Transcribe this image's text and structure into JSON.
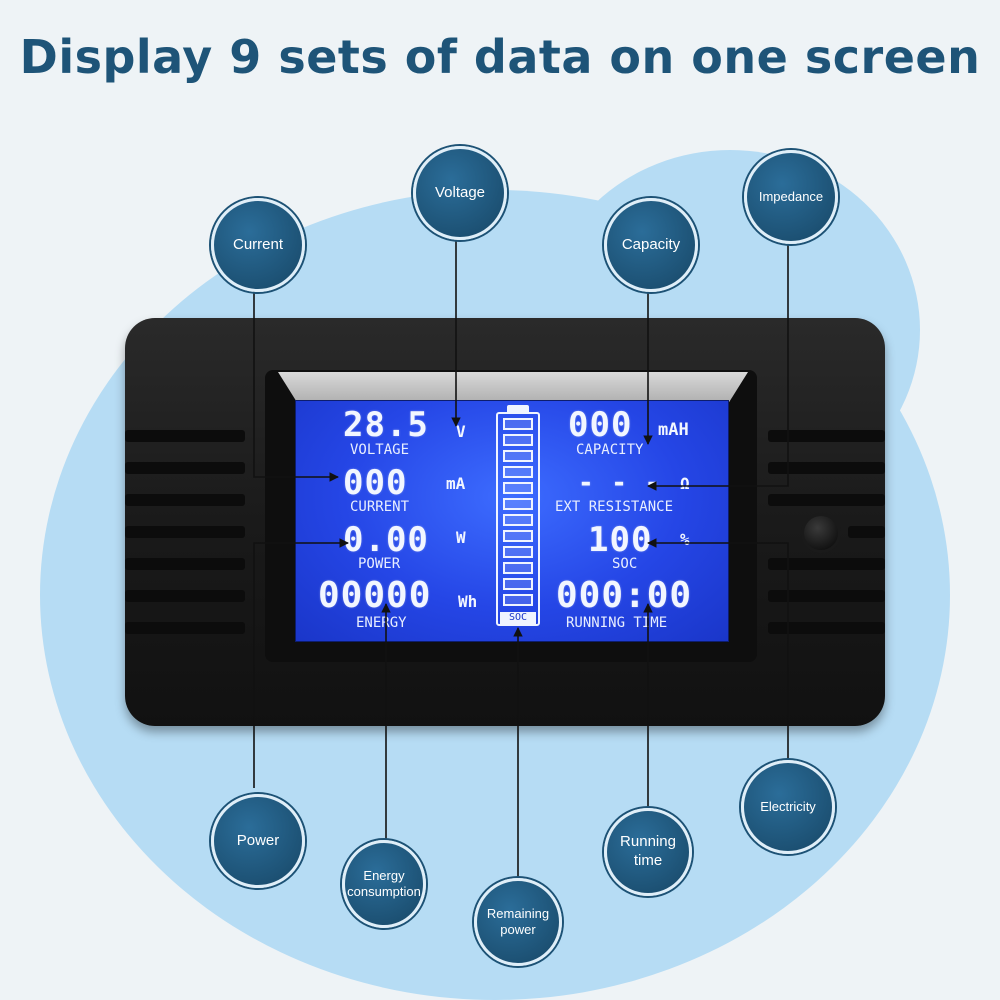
{
  "headline": "Display 9 sets of data on one screen",
  "display": {
    "voltage_value": "28.5",
    "voltage_unit": "V",
    "voltage_label": "VOLTAGE",
    "current_value": "000",
    "current_unit": "mA",
    "current_label": "CURRENT",
    "power_value": "0.00",
    "power_unit": "W",
    "power_label": "POWER",
    "energy_value": "00000",
    "energy_unit": "Wh",
    "energy_label": "ENERGY",
    "capacity_value": "000",
    "capacity_unit": "mAH",
    "capacity_label": "CAPACITY",
    "resistance_value": "- - -",
    "resistance_unit": "Ω",
    "resistance_label": "EXT RESISTANCE",
    "soc_value": "100",
    "soc_unit": "%",
    "soc_label": "SOC",
    "running_time_value": "000:00",
    "running_time_label": "RUNNING TIME",
    "battery_label": "SOC",
    "battery_level_fraction": 1.0
  },
  "callouts": {
    "voltage": "Voltage",
    "current": "Current",
    "capacity": "Capacity",
    "impedance": "Impedance",
    "power": "Power",
    "energy": "Energy consumption",
    "remaining": "Remaining power",
    "running": "Running time",
    "electricity": "Electricity"
  },
  "colors": {
    "headline": "#1e5478",
    "callout_fill": "#1d5275",
    "lcd_blue": "#2546e6",
    "background_blob": "#b6dcf4"
  }
}
